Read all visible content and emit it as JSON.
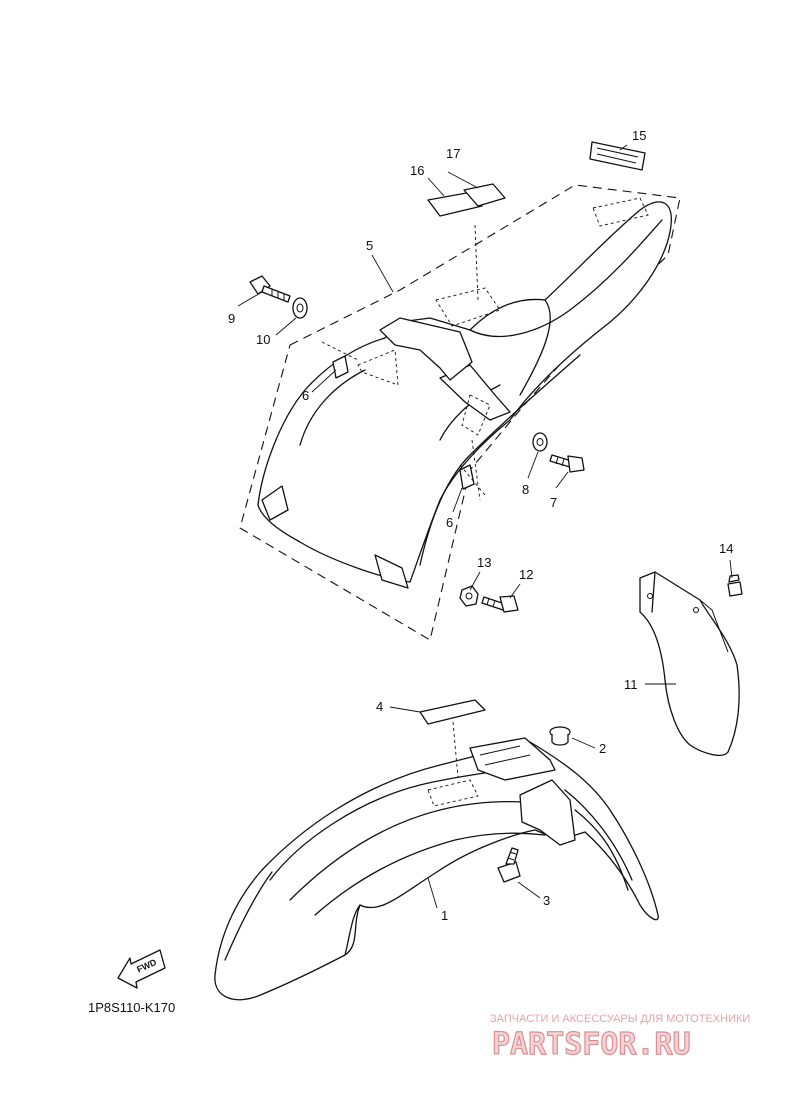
{
  "diagram": {
    "code": "1P8S110-K170",
    "fwd_label": "FWD",
    "callouts": [
      {
        "id": "c1",
        "label": "1"
      },
      {
        "id": "c2",
        "label": "2"
      },
      {
        "id": "c3",
        "label": "3"
      },
      {
        "id": "c4",
        "label": "4"
      },
      {
        "id": "c5",
        "label": "5"
      },
      {
        "id": "c6a",
        "label": "6"
      },
      {
        "id": "c6b",
        "label": "6"
      },
      {
        "id": "c7",
        "label": "7"
      },
      {
        "id": "c8",
        "label": "8"
      },
      {
        "id": "c9",
        "label": "9"
      },
      {
        "id": "c10",
        "label": "10"
      },
      {
        "id": "c11",
        "label": "11"
      },
      {
        "id": "c12",
        "label": "12"
      },
      {
        "id": "c13",
        "label": "13"
      },
      {
        "id": "c14",
        "label": "14"
      },
      {
        "id": "c15",
        "label": "15"
      },
      {
        "id": "c16",
        "label": "16"
      },
      {
        "id": "c17",
        "label": "17"
      }
    ]
  },
  "watermark": {
    "subtitle": "ЗАПЧАСТИ И АКСЕССУАРЫ ДЛЯ МОТОТЕХНИКИ",
    "logo": "PARTSFOR.RU"
  },
  "colors": {
    "line": "#111111",
    "watermark_fill": "#f4d2d4",
    "watermark_stroke": "#dc8f95"
  }
}
